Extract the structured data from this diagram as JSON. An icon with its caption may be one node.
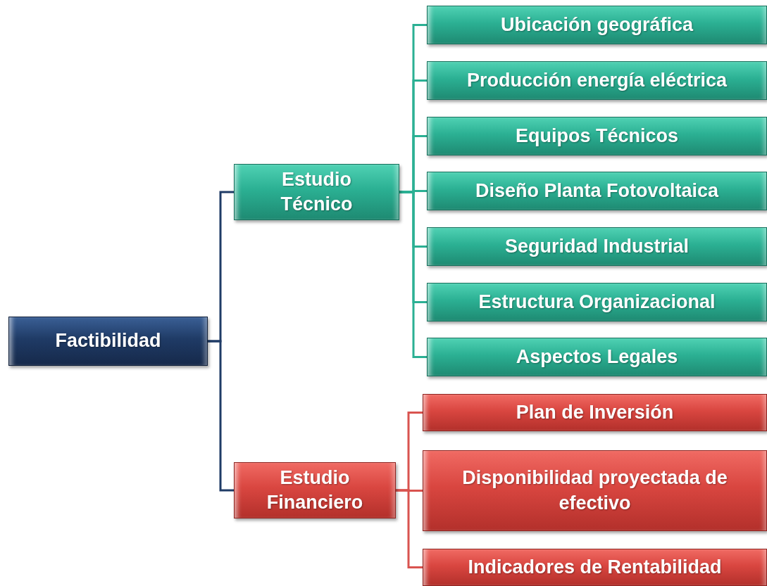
{
  "diagram": {
    "nodes": [
      {
        "text": [
          "Factibilidad"
        ]
      },
      {
        "text": [
          "Estudio Técnico"
        ]
      },
      {
        "text": [
          "Estudio Financiero"
        ]
      },
      {
        "text": [
          "Ubicación geográfica"
        ]
      },
      {
        "text": [
          "Producción energía eléctrica"
        ]
      },
      {
        "text": [
          "Equipos Técnicos"
        ]
      },
      {
        "text": [
          "Diseño Planta Fotovoltaica"
        ]
      },
      {
        "text": [
          "Seguridad Industrial"
        ]
      },
      {
        "text": [
          "Estructura Organizacional"
        ]
      },
      {
        "text": [
          "Aspectos Legales"
        ]
      },
      {
        "text": [
          "Plan de Inversión"
        ]
      },
      {
        "text": [
          "Disponibilidad proyectada de efectivo"
        ]
      },
      {
        "text": [
          "Indicadores de Rentabilidad"
        ]
      }
    ],
    "edges": [
      {
        "from": 0,
        "to": 1,
        "arrow": "none",
        "color": "#1f3b66"
      },
      {
        "from": 0,
        "to": 2,
        "arrow": "none",
        "color": "#1f3b66"
      },
      {
        "from": 1,
        "to": 3,
        "arrow": "none"
      },
      {
        "from": 1,
        "to": 4,
        "arrow": "none"
      },
      {
        "from": 1,
        "to": 5,
        "arrow": "none"
      },
      {
        "from": 1,
        "to": 6,
        "arrow": "none"
      },
      {
        "from": 1,
        "to": 7,
        "arrow": "none"
      },
      {
        "from": 1,
        "to": 8,
        "arrow": "none"
      },
      {
        "from": 1,
        "to": 9,
        "arrow": "none"
      },
      {
        "from": 2,
        "to": 10,
        "arrow": "none",
        "color": "#d9534f"
      },
      {
        "from": 2,
        "to": 11,
        "arrow": "none",
        "color": "#d9534f"
      },
      {
        "from": 2,
        "to": 12,
        "arrow": "none",
        "color": "#d9534f"
      }
    ]
  }
}
